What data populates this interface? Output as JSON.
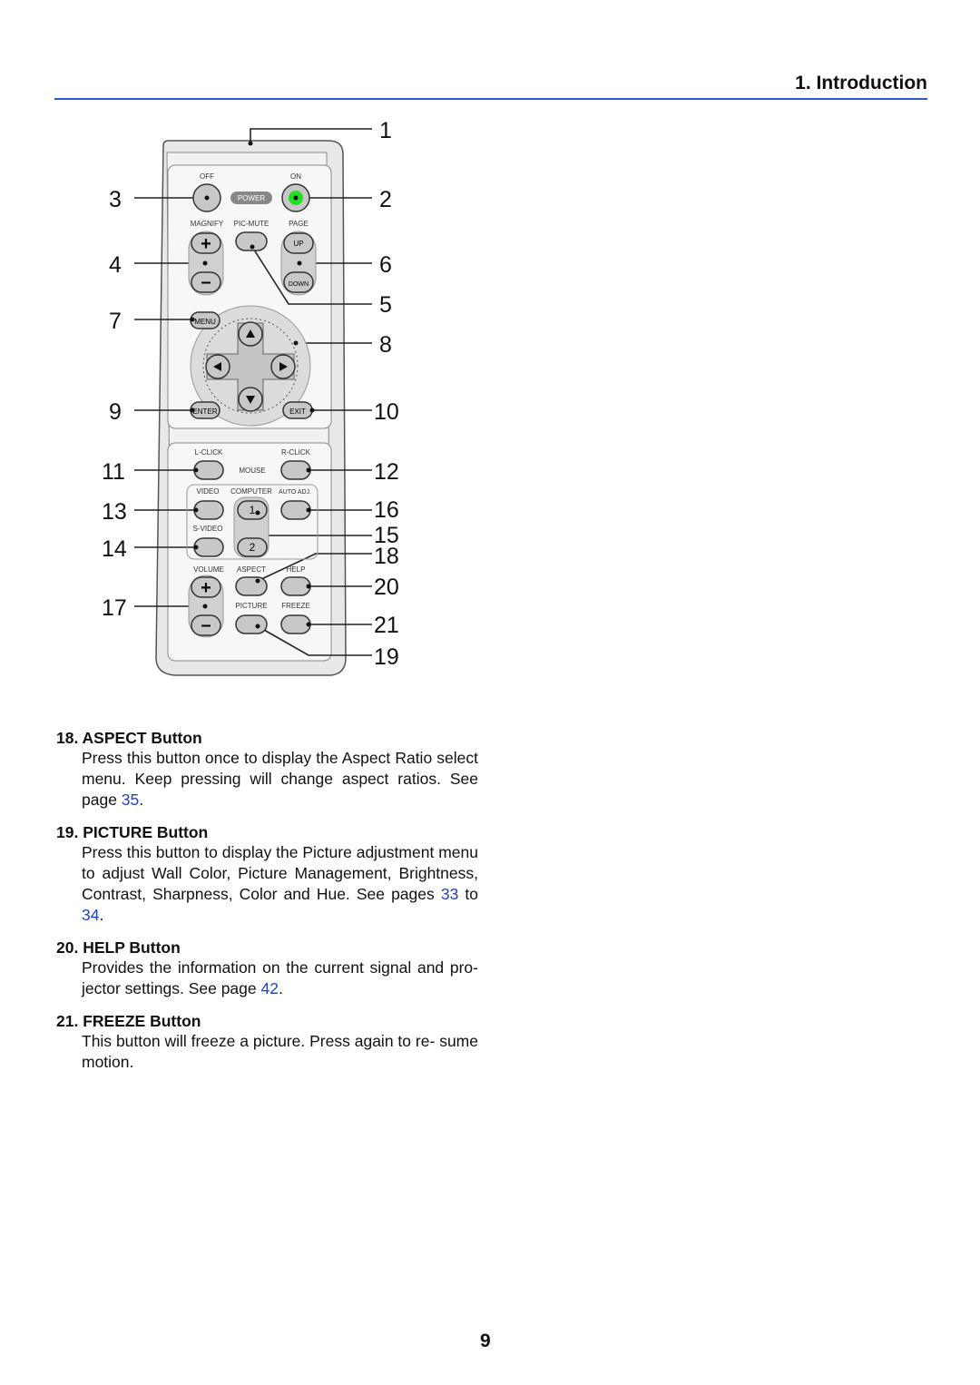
{
  "header": {
    "title": "1. Introduction"
  },
  "remote": {
    "labels": {
      "off": "OFF",
      "on": "ON",
      "power": "POWER",
      "magnify": "MAGNIFY",
      "pic_mute": "PIC-MUTE",
      "page": "PAGE",
      "plus": "+",
      "minus": "–",
      "up": "UP",
      "down": "DOWN",
      "menu": "MENU",
      "enter": "ENTER",
      "exit": "EXIT",
      "l_click": "L-CLICK",
      "r_click": "R-CLICK",
      "mouse": "MOUSE",
      "video": "VIDEO",
      "computer": "COMPUTER",
      "auto_adj": "AUTO ADJ.",
      "s_video": "S-VIDEO",
      "comp1": "1",
      "comp2": "2",
      "volume": "VOLUME",
      "aspect": "ASPECT",
      "help": "HELP",
      "picture": "PICTURE",
      "freeze": "FREEZE",
      "vol_plus": "+",
      "vol_minus": "–"
    },
    "callouts": {
      "c1": "1",
      "c2": "2",
      "c3": "3",
      "c4": "4",
      "c5": "5",
      "c6": "6",
      "c7": "7",
      "c8": "8",
      "c9": "9",
      "c10": "10",
      "c11": "11",
      "c12": "12",
      "c13": "13",
      "c14": "14",
      "c15": "15",
      "c16": "16",
      "c17": "17",
      "c18": "18",
      "c19": "19",
      "c20": "20",
      "c21": "21"
    }
  },
  "sections": {
    "aspect": {
      "title": "18. ASPECT Button",
      "body_before": "Press this button once to display the Aspect Ratio select menu. Keep pressing will change aspect ratios. See page ",
      "link": "35",
      "body_after": "."
    },
    "picture": {
      "title": "19. PICTURE Button",
      "body_before": "Press this button to display the Picture adjustment menu to adjust Wall Color, Picture Management, Brightness, Contrast, Sharpness, Color and Hue. See pages ",
      "link1": "33",
      "mid": " to ",
      "link2": "34",
      "body_after": "."
    },
    "help": {
      "title": "20. HELP Button",
      "body_before": "Provides the information on the current signal and pro- jector settings. See page ",
      "link": "42",
      "body_after": "."
    },
    "freeze": {
      "title": "21. FREEZE Button",
      "body": "This button will freeze a picture. Press again to re- sume motion."
    }
  },
  "page_number": "9",
  "colors": {
    "rule": "#2f55c8",
    "link": "#2040c8",
    "led": "#22dd22"
  }
}
